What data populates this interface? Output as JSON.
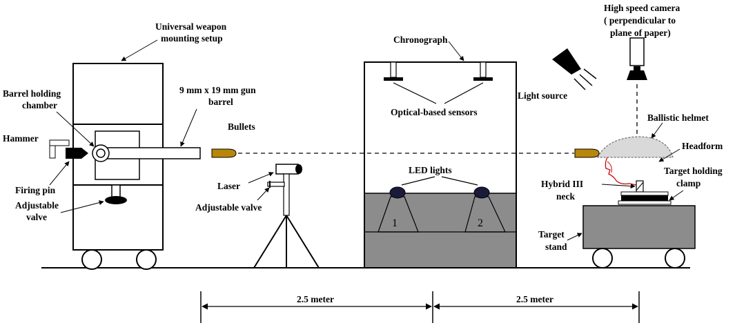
{
  "labels": {
    "mount_line1": "Universal weapon",
    "mount_line2": "mounting setup",
    "barrel_chamber_line1": "Barrel holding",
    "barrel_chamber_line2": "chamber",
    "hammer": "Hammer",
    "firing_pin": "Firing pin",
    "adj_valve_left_line1": "Adjustable",
    "adj_valve_left_line2": "valve",
    "gun_barrel_line1": "9 mm x 19 mm gun",
    "gun_barrel_line2": "barrel",
    "bullets": "Bullets",
    "laser": "Laser",
    "adj_valve_mid": "Adjustable valve",
    "chronograph": "Chronograph",
    "optical_sensors": "Optical-based sensors",
    "led_lights": "LED lights",
    "led_1": "1",
    "led_2": "2",
    "light_source": "Light source",
    "camera_line1": "High speed camera",
    "camera_line2": "( perpendicular to",
    "camera_line3": "plane of paper)",
    "ballistic_helmet": "Ballistic helmet",
    "headform": "Headform",
    "clamp_line1": "Target holding",
    "clamp_line2": "clamp",
    "neck_line1": "Hybrid III",
    "neck_line2": "neck",
    "stand_line1": "Target",
    "stand_line2": "stand",
    "dist_left": "2.5 meter",
    "dist_right": "2.5 meter"
  },
  "colors": {
    "bullet": "#b8860b",
    "gray_fill": "#8c8c8c",
    "helmet": "#d9d9d9",
    "headform_outline": "#cc0000",
    "line": "#000000"
  }
}
